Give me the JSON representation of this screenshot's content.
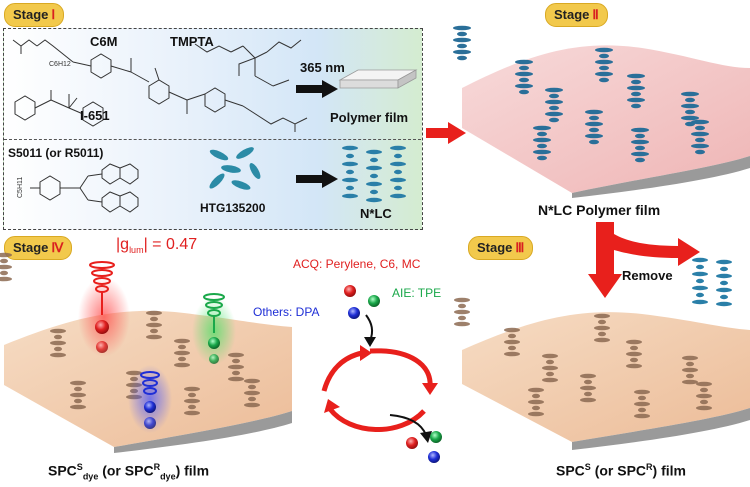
{
  "stages": {
    "s1": {
      "label": "Stage",
      "roman": "Ⅰ"
    },
    "s2": {
      "label": "Stage",
      "roman": "Ⅱ"
    },
    "s3": {
      "label": "Stage",
      "roman": "Ⅲ"
    },
    "s4": {
      "label": "Stage",
      "roman": "Ⅳ"
    }
  },
  "panel_top": {
    "c6m": "C6M",
    "tmpta": "TMPTA",
    "i651": "I-651",
    "uv": "365 nm",
    "product": "Polymer film",
    "chain_sub": "C6H12"
  },
  "panel_bottom": {
    "dopant": "S5011 (or R5011)",
    "htg": "HTG135200",
    "product": "N*LC",
    "alkyl": "C5H11"
  },
  "stage2": {
    "caption": "N*LC Polymer film"
  },
  "stage3": {
    "remove": "Remove",
    "caption_main": "SPC",
    "caption_sup": "S",
    "caption_rest": " (or SPC",
    "caption_sup2": "R",
    "caption_end": ") film"
  },
  "stage4": {
    "glum_pre": "|g",
    "glum_sub": "lum",
    "glum_post": "| = 0.47",
    "caption_main": "SPC",
    "caption_sup": "S",
    "caption_sub": "dye",
    "caption_mid": " (or SPC",
    "caption_sup2": "R",
    "caption_sub2": "dye",
    "caption_end": ") film"
  },
  "dyes": {
    "acq": "ACQ: Perylene, C6, MC",
    "aie": "AIE: TPE",
    "others": "Others: DPA"
  },
  "colors": {
    "stage_badge": "#f2c94c",
    "arrow_red": "#e8201c",
    "acq_red": "#e02020",
    "aie_green": "#1aa84a",
    "others_blue": "#1f2fd6",
    "film_pink": "#f4c7c7",
    "film_peach": "#f2c9a8",
    "helix_blue": "#2a7fa8"
  }
}
